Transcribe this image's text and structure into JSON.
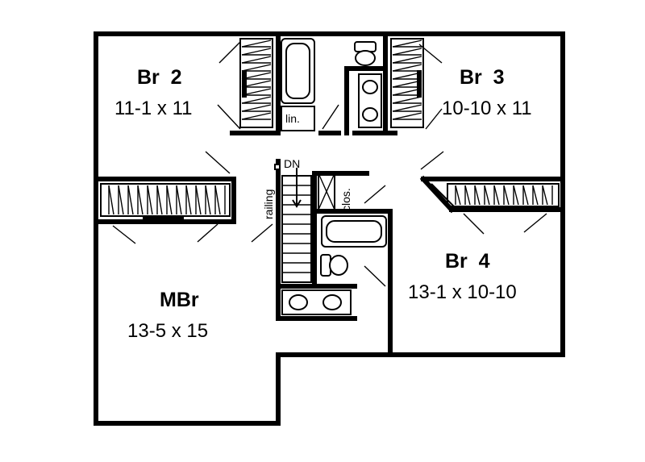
{
  "rooms": [
    {
      "name": "Br  2",
      "size": "11-1 x 11"
    },
    {
      "name": "Br  3",
      "size": "10-10 x 11"
    },
    {
      "name": "Br  4",
      "size": "13-1 x 10-10"
    },
    {
      "name": "MBr",
      "size": "13-5 x 15"
    }
  ],
  "labels": {
    "linen": "lin.",
    "down": "DN",
    "railing": "railing",
    "closet": "clos."
  }
}
